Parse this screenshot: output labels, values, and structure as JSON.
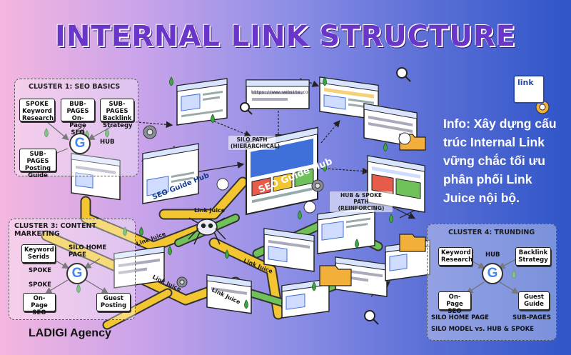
{
  "title": "INTERNAL LINK STRUCTURE",
  "info_text": "Info: Xây dựng cấu trúc Internal Link vững chắc tối ưu phân phối Link Juice nội bộ.",
  "agency": "LADIGI Agency",
  "link_icon_label": "link",
  "google_letter": "G",
  "center": {
    "hub_title": "SEO Guide Hub",
    "url": "https://www.website.com",
    "silo_path": "SILO PATH (HIERARCHICAL)",
    "hub_spoke_path": "HUB & SPOKE PATH (REINFORCING)",
    "link_juice_labels": [
      "Link Juice",
      "Link Juice",
      "Link Juice",
      "Link Juice",
      "Link Juice"
    ],
    "left_page_title": "SEO Guide Hub"
  },
  "cluster1": {
    "title": "CLUSTER 1: SEO BASICS",
    "spoke": "SPOKE Keyword Research",
    "bub_pages": "BUB-PAGES On-Page SEO",
    "sub_pages_backlink": "SUB-PAGES Backlink Strategy",
    "hub": "HUB",
    "sub_pages_posting": "SUB-PAGES Posting Guide"
  },
  "cluster3": {
    "title": "CLUSTER 3: CONTENT MARKETING",
    "keyword": "Keyword Serids",
    "silo_home": "SILO HOME PAGE",
    "spoke1": "SPOKE",
    "spoke2": "SPOKE",
    "onpage": "On-Page SEO",
    "guest": "Guest Posting"
  },
  "cluster4": {
    "title": "CLUSTER 4: TRUNDING",
    "keyword": "Keyword Research",
    "hub": "HUB",
    "backlink": "Backlink Strategy",
    "onpage": "On-Page SEO",
    "guest": "Guest Guide",
    "silo_home": "SILO HOME PAGE",
    "sub_pages": "SUB-PAGES",
    "footer": "SILO MODEL vs. HUB & SPOKE"
  },
  "colors": {
    "title": "#6a35c9",
    "arrow_yellow": "#f2c531",
    "arrow_green": "#6fc25a",
    "drop_green": "#3ea644",
    "page_blue": "#3f6fd8"
  }
}
